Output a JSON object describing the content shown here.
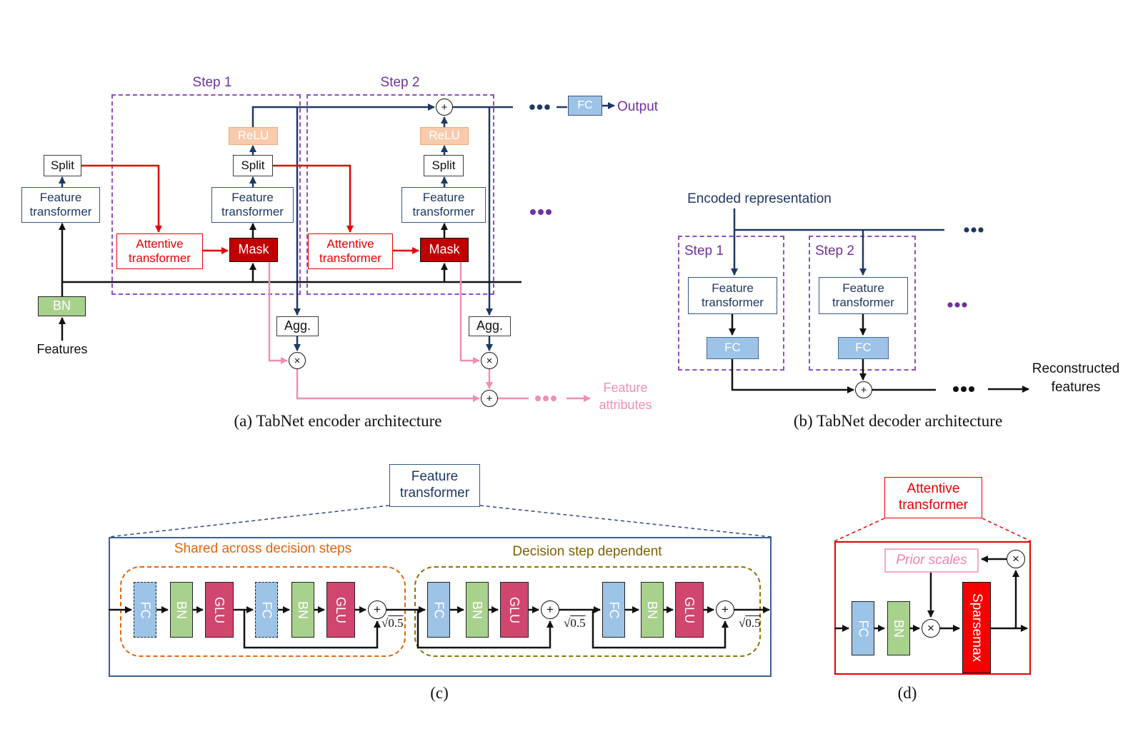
{
  "ops": {
    "times": "×",
    "plus": "+"
  },
  "colors": {
    "navy": "#1F3864",
    "purple": "#7030A0",
    "purple_dash": "#8e4ec6",
    "red": "#E60000",
    "dark_red_mask": "#C00000",
    "bright_red_sparsemax": "#F60000",
    "pink": "#F08EB4",
    "peach_relu": "#F8CBAD",
    "green_bn": "#A9D18E",
    "blue_fc": "#9DC3E6",
    "magenta_glu": "#D1466E",
    "orange_shared": "#E3650D",
    "olive_dependent": "#8a7300",
    "detail_box_blue": "#3e5f94"
  },
  "encoder": {
    "caption": "(a) TabNet encoder architecture",
    "step1_label": "Step 1",
    "step2_label": "Step 2",
    "features_label": "Features",
    "bn_label": "BN",
    "feature_transformer_label": "Feature transformer",
    "split_label": "Split",
    "relu_label": "ReLU",
    "attentive_transformer_label": "Attentive transformer",
    "mask_label": "Mask",
    "agg_label": "Agg.",
    "fc_label": "FC",
    "output_label": "Output",
    "feature_attributes_label": "Feature attributes"
  },
  "decoder": {
    "caption": "(b) TabNet decoder architecture",
    "encoded_representation_label": "Encoded representation",
    "step1_label": "Step 1",
    "step2_label": "Step 2",
    "feature_transformer_label": "Feature transformer",
    "fc_label": "FC",
    "reconstructed_features_label": "Reconstructed features"
  },
  "feature_transformer_detail": {
    "caption": "(c)",
    "title": "Feature transformer",
    "shared_label": "Shared across decision steps",
    "dependent_label": "Decision step dependent",
    "fc_label": "FC",
    "bn_label": "BN",
    "glu_label": "GLU",
    "sqrt_sign": "√",
    "sqrt_arg": "0.5"
  },
  "attentive_transformer_detail": {
    "caption": "(d)",
    "title": "Attentive transformer",
    "prior_scales_label": "Prior scales",
    "fc_label": "FC",
    "bn_label": "BN",
    "sparsemax_label": "Sparsemax"
  }
}
